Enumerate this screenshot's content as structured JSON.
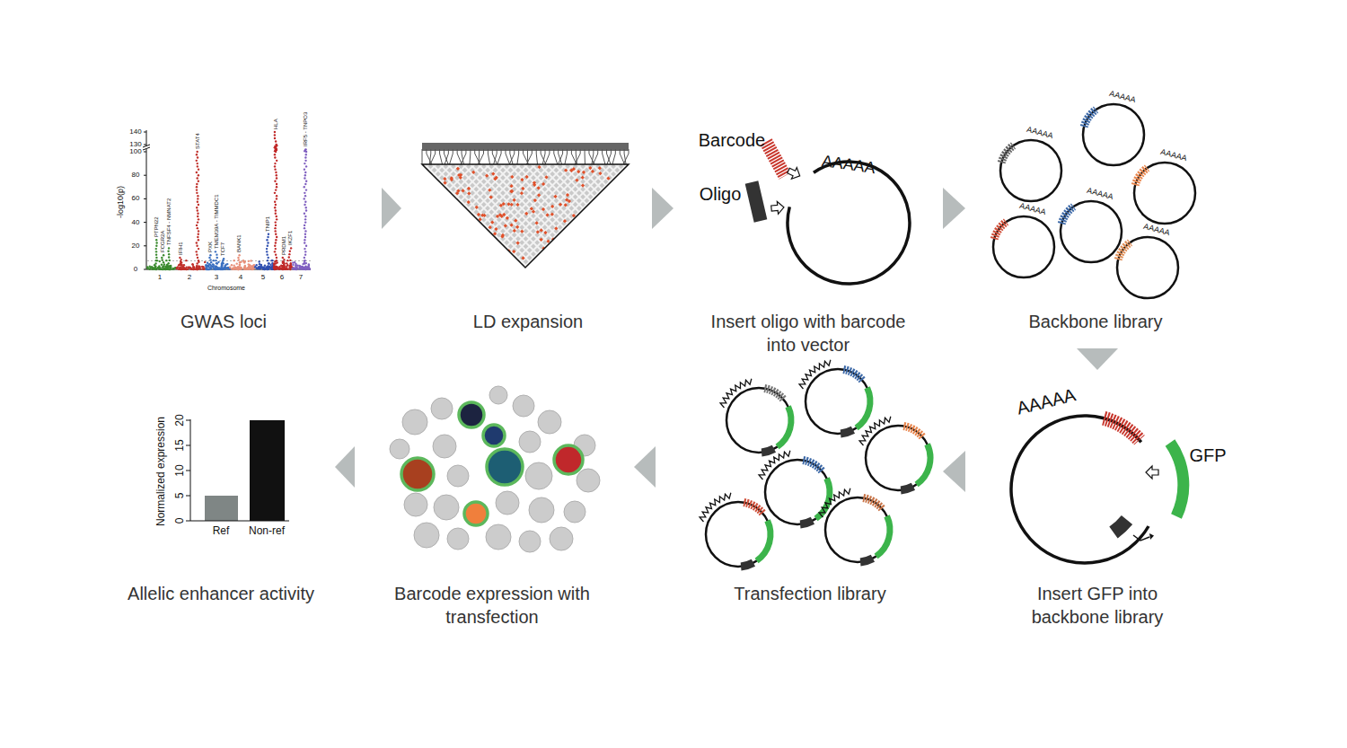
{
  "diagram": {
    "nodes": [
      {
        "text": [
          "GWAS loci"
        ]
      },
      {
        "text": [
          "LD expansion"
        ]
      },
      {
        "text": [
          "Insert oligo with barcode into vector"
        ]
      },
      {
        "text": [
          "Backbone library"
        ]
      },
      {
        "text": [
          "Insert GFP into backbone library"
        ]
      },
      {
        "text": [
          "Transfection library"
        ]
      },
      {
        "text": [
          "Barcode expression with transfection"
        ]
      },
      {
        "text": [
          "Allelic enhancer activity"
        ]
      }
    ],
    "edges": [
      {
        "from": 0,
        "to": 1,
        "arrow": "to"
      },
      {
        "from": 1,
        "to": 2,
        "arrow": "to"
      },
      {
        "from": 2,
        "to": 3,
        "arrow": "to"
      },
      {
        "from": 3,
        "to": 4,
        "arrow": "to"
      },
      {
        "from": 4,
        "to": 5,
        "arrow": "to"
      },
      {
        "from": 5,
        "to": 6,
        "arrow": "to"
      },
      {
        "from": 6,
        "to": 7,
        "arrow": "to"
      }
    ],
    "labels": [
      "Barcode",
      "Oligo",
      "AAAAA",
      "AAAAA",
      "AAAAA",
      "AAAAA",
      "AAAAA",
      "AAAAA",
      "AAAAA",
      "AAAAA",
      "GFP",
      "-log10(p)",
      "0",
      "20",
      "40",
      "60",
      "80",
      "100",
      "130",
      "140",
      "1",
      "2",
      "3",
      "4",
      "5",
      "6",
      "7",
      "Chromosome",
      "PTPN22",
      "FCGR2A",
      "TNFSF4 - NMNAT2",
      "IFIH1",
      "STAT4",
      "PXK",
      "TMEM39A - TIMMDC1",
      "TCF7",
      "BANK1",
      "TNIP1",
      "HLA",
      "PRDM1",
      "IKZF1",
      "IRF5 - TNPO3",
      "Normalized expression",
      "0",
      "5",
      "10",
      "15",
      "20",
      "Ref",
      "Non-ref"
    ]
  }
}
